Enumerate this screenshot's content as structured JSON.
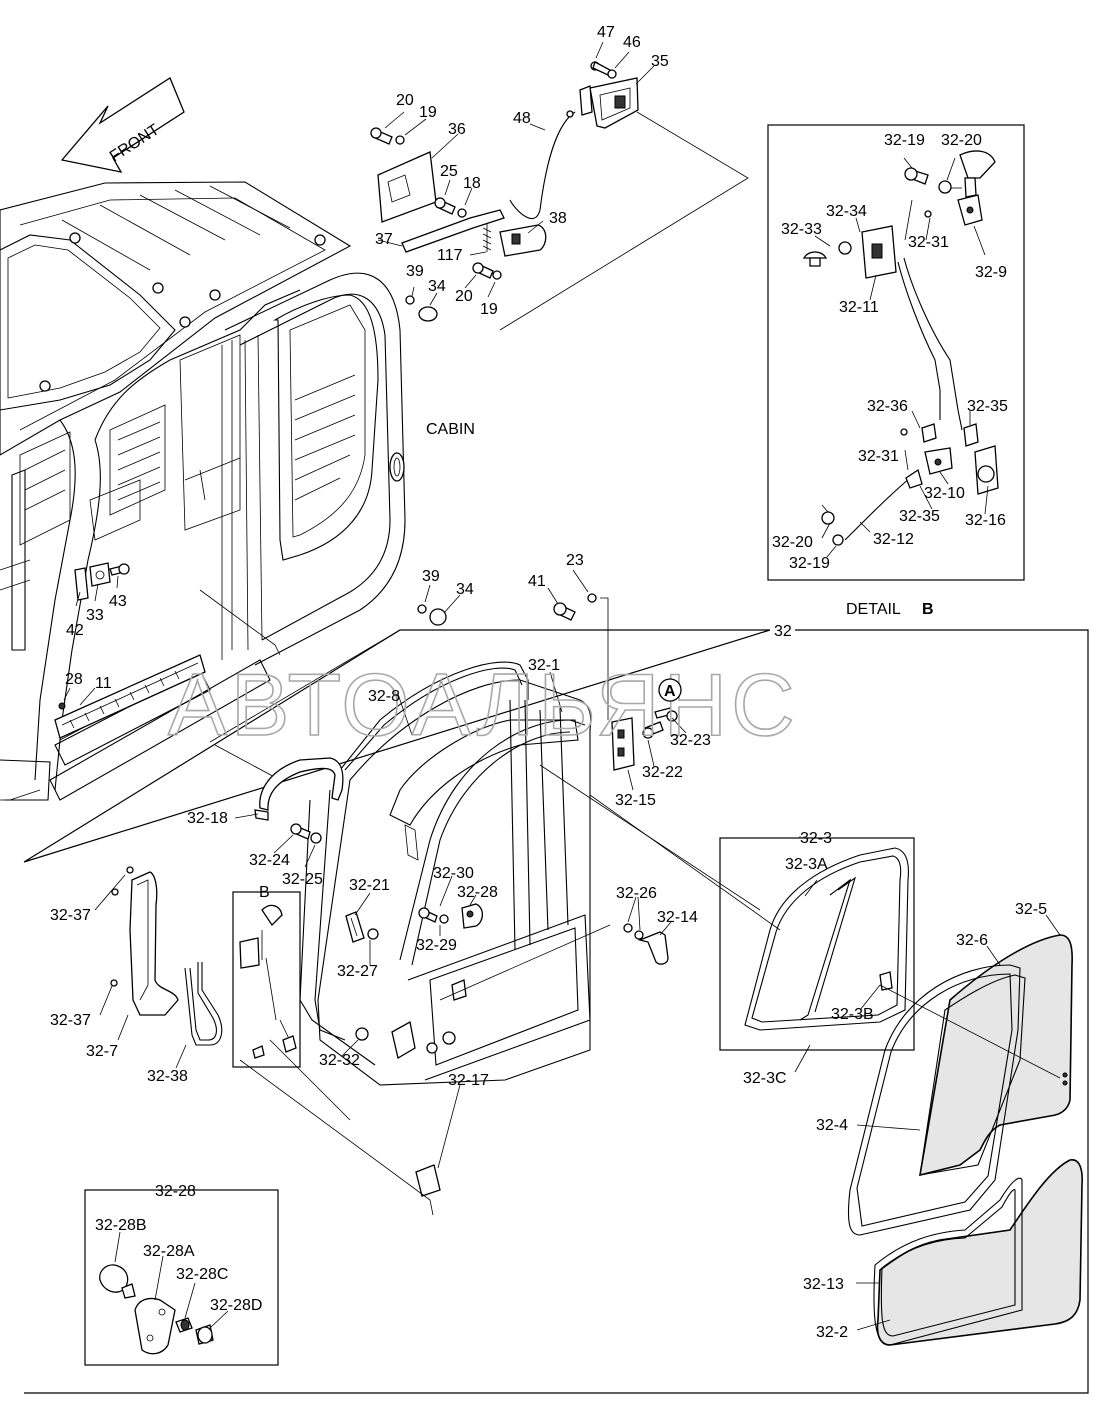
{
  "watermark": "АВТОАЛЬЯНС",
  "direction_label": "FRONT",
  "cabin_label": "CABIN",
  "detail_title": {
    "text": "DETAIL",
    "letter": "B"
  },
  "callout_A": "A",
  "labels": {
    "p47": "47",
    "p46": "46",
    "p35": "35",
    "p48": "48",
    "p20a": "20",
    "p19a": "19",
    "p36": "36",
    "p25": "25",
    "p18": "18",
    "p38": "38",
    "p37": "37",
    "p117": "117",
    "p39a": "39",
    "p34a": "34",
    "p20b": "20",
    "p19b": "19",
    "p39b": "39",
    "p34b": "34",
    "p23": "23",
    "p41": "41",
    "p42": "42",
    "p33": "33",
    "p43": "43",
    "p28": "28",
    "p11": "11",
    "d32_19": "32-19",
    "d32_20a": "32-20",
    "d32_34": "32-34",
    "d32_33": "32-33",
    "d32_31a": "32-31",
    "d32_9": "32-9",
    "d32_11": "32-11",
    "d32_36": "32-36",
    "d32_35a": "32-35",
    "d32_31b": "32-31",
    "d32_10": "32-10",
    "d32_35b": "32-35",
    "d32_16": "32-16",
    "d32_20b": "32-20",
    "d32_12": "32-12",
    "d32_19b": "32-19",
    "g32": "32",
    "g32_1": "32-1",
    "g32_8": "32-8",
    "g32_23": "32-23",
    "g32_22": "32-22",
    "g32_15": "32-15",
    "g32_18": "32-18",
    "g32_24": "32-24",
    "g32_25": "32-25",
    "g32_3": "32-3",
    "g32_3A": "32-3A",
    "g32_37a": "32-37",
    "g32_37b": "32-37",
    "g32_7": "32-7",
    "g32_38": "32-38",
    "gB": "B",
    "g32_21": "32-21",
    "g32_27": "32-27",
    "g32_30": "32-30",
    "g32_28": "32-28",
    "g32_29": "32-29",
    "g32_26": "32-26",
    "g32_14": "32-14",
    "g32_3B": "32-3B",
    "g32_3C": "32-3C",
    "g32_5": "32-5",
    "g32_6": "32-6",
    "g32_4": "32-4",
    "g32_32": "32-32",
    "g32_17": "32-17",
    "g32_13": "32-13",
    "g32_2": "32-2",
    "k32_28": "32-28",
    "k32_28B": "32-28B",
    "k32_28A": "32-28A",
    "k32_28C": "32-28C",
    "k32_28D": "32-28D"
  }
}
